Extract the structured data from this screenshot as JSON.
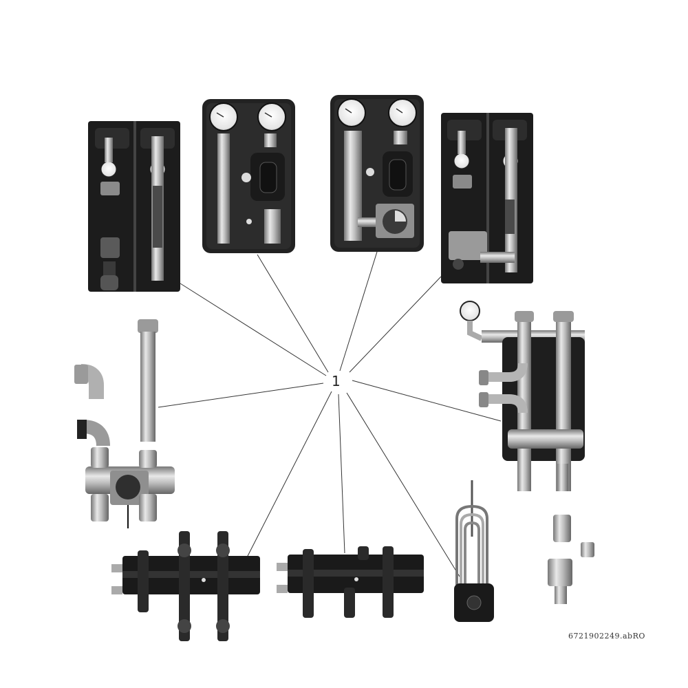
{
  "figure": {
    "callout_label": "1",
    "reference_code": "6721902249.abRO"
  },
  "components": [
    {
      "id": "pump-group-double-tall-left",
      "kind": "pump-station-tall"
    },
    {
      "id": "pump-group-compact-left",
      "kind": "pump-station-compact"
    },
    {
      "id": "pump-group-compact-mixer",
      "kind": "pump-station-compact-mixer"
    },
    {
      "id": "pump-group-double-tall-right",
      "kind": "pump-station-tall"
    },
    {
      "id": "manifold-assembly-right",
      "kind": "manifold-assembly"
    },
    {
      "id": "pipe-and-mixer-kit",
      "kind": "mixer-kit"
    },
    {
      "id": "distribution-manifold-left",
      "kind": "manifold-bar"
    },
    {
      "id": "distribution-manifold-right",
      "kind": "manifold-bar"
    },
    {
      "id": "immersion-heater",
      "kind": "heater"
    }
  ],
  "colors": {
    "ink": "#111111",
    "steel": "#c8c8c8",
    "foam": "#1c1c1c",
    "leader": "#333333"
  }
}
